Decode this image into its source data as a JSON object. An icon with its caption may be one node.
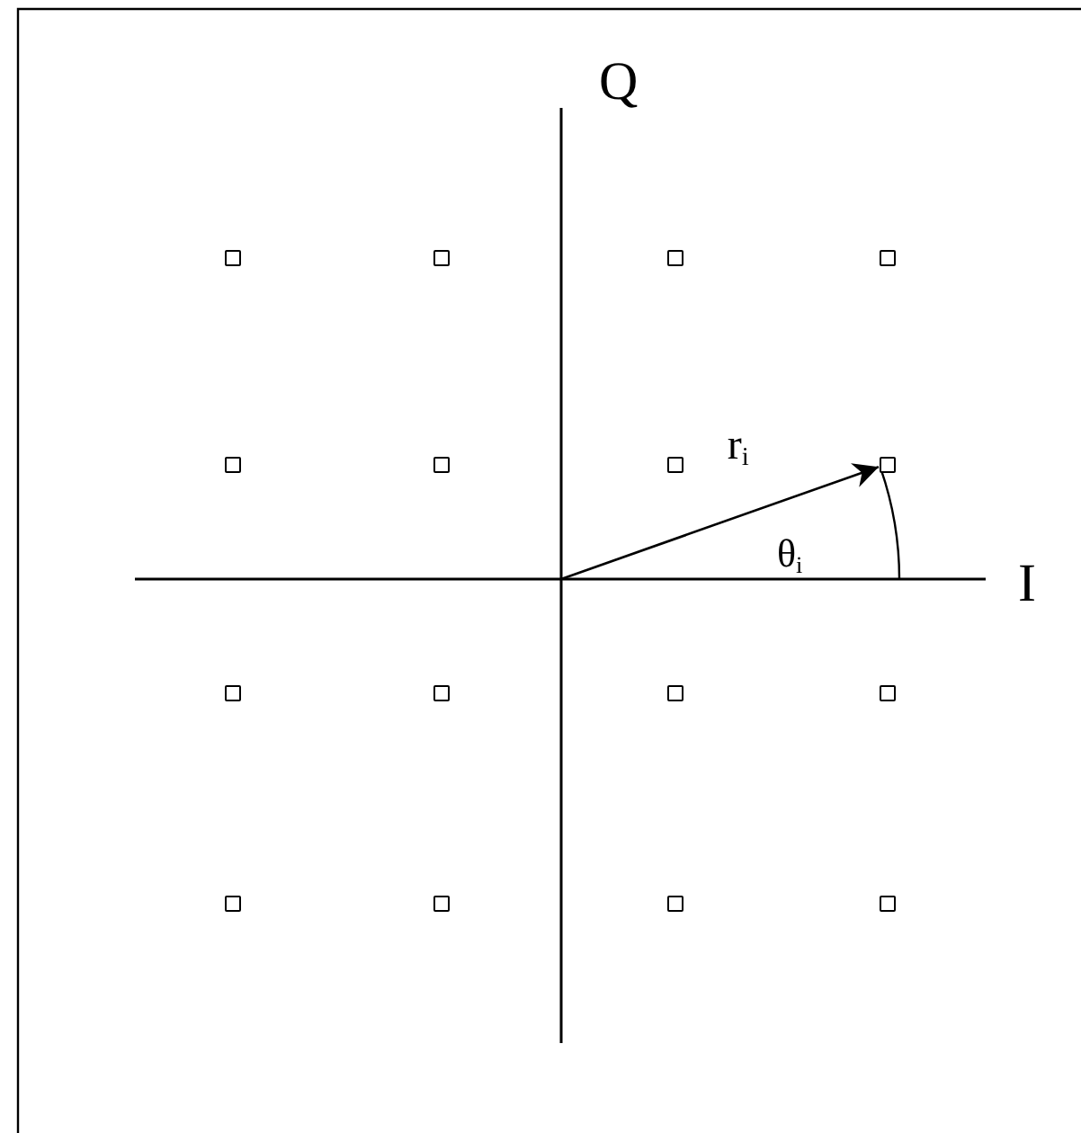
{
  "diagram": {
    "nodes": [
      {
        "text": [],
        "shape": "box"
      },
      {
        "text": [],
        "shape": "box"
      },
      {
        "text": [],
        "shape": "box"
      },
      {
        "text": [],
        "shape": "box"
      },
      {
        "text": [],
        "shape": "box"
      },
      {
        "text": [],
        "shape": "box"
      },
      {
        "text": [],
        "shape": "box"
      },
      {
        "text": [],
        "shape": "box"
      },
      {
        "text": [],
        "shape": "box"
      },
      {
        "text": [],
        "shape": "box"
      },
      {
        "text": [],
        "shape": "box"
      },
      {
        "text": [],
        "shape": "box"
      },
      {
        "text": [],
        "shape": "box"
      },
      {
        "text": [],
        "shape": "box"
      },
      {
        "text": [],
        "shape": "box"
      },
      {
        "text": [],
        "shape": "box"
      }
    ],
    "edges": [
      {
        "from": null,
        "to": 7,
        "arrow": "to",
        "label": "r$_{i}$"
      }
    ],
    "labels": [
      "Q",
      "θ$_{i}$",
      "I"
    ]
  }
}
